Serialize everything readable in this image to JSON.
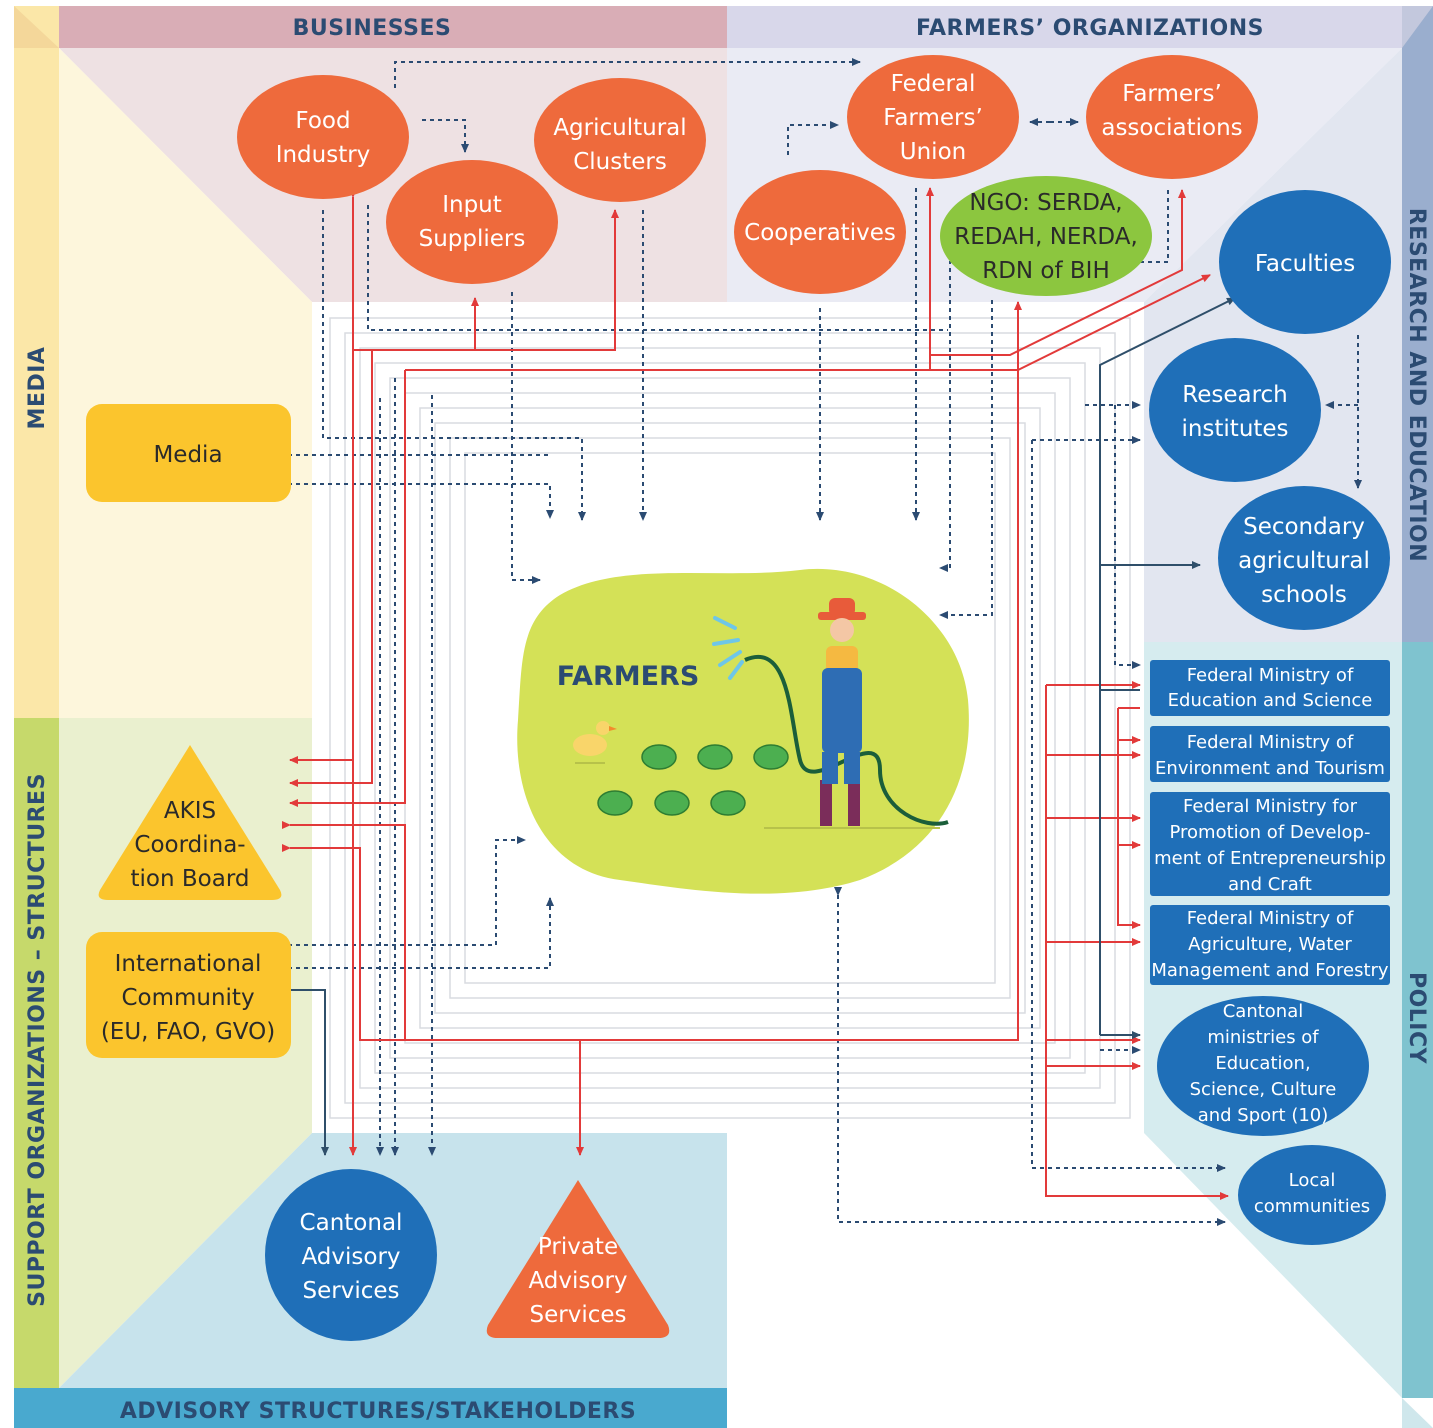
{
  "banners": {
    "top_left": "BUSINESSES",
    "top_right": "FARMERS’ ORGANIZATIONS",
    "left_top": "MEDIA",
    "left_bottom": "SUPPORT ORGANIZATIONS – STRUCTURES",
    "right_top": "RESEARCH AND EDUCATION",
    "right_bottom": "POLICY",
    "bottom": "ADVISORY STRUCTURES/STAKEHOLDERS"
  },
  "center": {
    "label": "FARMERS"
  },
  "nodes": {
    "food_industry": [
      "Food",
      "Industry"
    ],
    "input_suppliers": [
      "Input",
      "Suppliers"
    ],
    "agricultural_clusters": [
      "Agricultural",
      "Clusters"
    ],
    "federal_farmers_union": [
      "Federal",
      "Farmers’",
      "Union"
    ],
    "farmers_associations": [
      "Farmers’",
      "associations"
    ],
    "cooperatives": [
      "Cooperatives"
    ],
    "ngo": [
      "NGO: SERDA,",
      "REDAH, NERDA,",
      "RDN of BIH"
    ],
    "faculties": [
      "Faculties"
    ],
    "research_institutes": [
      "Research",
      "institutes"
    ],
    "secondary_schools": [
      "Secondary",
      "agricultural",
      "schools"
    ],
    "media": [
      "Media"
    ],
    "akis": [
      "AKIS",
      "Coordina-",
      "tion Board"
    ],
    "international": [
      "International",
      "Community",
      "(EU, FAO, GVO)"
    ],
    "cantonal_advisory": [
      "Cantonal",
      "Advisory",
      "Services"
    ],
    "private_advisory": [
      "Private",
      "Advisory",
      "Services"
    ],
    "fm_education": [
      "Federal Ministry of",
      "Education and Science"
    ],
    "fm_environment": [
      "Federal Ministry of",
      "Environment and Tourism"
    ],
    "fm_promotion": [
      "Federal Ministry for",
      "Promotion of Develop-",
      "ment of Entrepreneurship",
      "and Craft"
    ],
    "fm_agriculture": [
      "Federal Ministry of",
      "Agriculture, Water",
      "Management and Forestry"
    ],
    "cantonal_ministries": [
      "Cantonal",
      "ministries of",
      "Education,",
      "Science, Culture",
      "and Sport (10)"
    ],
    "local_communities": [
      "Local",
      "communities"
    ]
  },
  "colors": {
    "orange": "#ee6a3c",
    "green_node": "#8cc63f",
    "blue_node": "#1f6fb8",
    "yellow_node": "#fbc52d",
    "red_arrow": "#e23a3a",
    "dash_arrow": "#2b4b72",
    "center_blob": "#d4e157"
  }
}
